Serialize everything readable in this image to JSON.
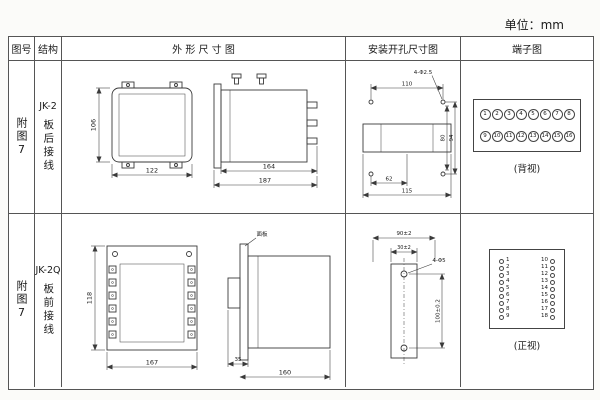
{
  "page": {
    "unit_label": "单位：mm"
  },
  "table": {
    "headers": {
      "figure_no": "图号",
      "structure": "结构",
      "outline": "外 形 尺 寸 图",
      "install": "安装开孔尺寸图",
      "terminal": "端子图"
    }
  },
  "rows": [
    {
      "figure_no": "附图7",
      "model": "JK-2",
      "wiring": "板后接线",
      "outline": {
        "front_height": "106",
        "front_width": "122",
        "side_depth1": "164",
        "side_depth2": "187"
      },
      "install": {
        "width_top": "110",
        "hole_note": "4-Φ2.5",
        "height_inner": "80",
        "height_outer": "94",
        "width_bottom1": "62",
        "width_bottom2": "115"
      },
      "terminal": {
        "top": [
          "1",
          "2",
          "3",
          "4",
          "5",
          "6",
          "7",
          "8"
        ],
        "bottom": [
          "9",
          "10",
          "11",
          "12",
          "13",
          "14",
          "15",
          "16"
        ],
        "view_label": "(背视)"
      }
    },
    {
      "figure_no": "附图7",
      "model": "JK-2Q",
      "wiring": "板前接线",
      "outline": {
        "front_height": "118",
        "front_width": "167",
        "panel_label": "面板",
        "side_width1": "35",
        "side_depth": "160"
      },
      "install": {
        "width_top": "90±2",
        "width_sub": "30±2",
        "hole_note": "4-Φ5",
        "height": "100±0.2"
      },
      "terminal": {
        "pairs": [
          [
            "1",
            "10"
          ],
          [
            "2",
            "11"
          ],
          [
            "3",
            "12"
          ],
          [
            "4",
            "13"
          ],
          [
            "5",
            "14"
          ],
          [
            "6",
            "15"
          ],
          [
            "7",
            "16"
          ],
          [
            "8",
            "17"
          ],
          [
            "9",
            "18"
          ]
        ],
        "view_label": "(正视)"
      }
    }
  ]
}
